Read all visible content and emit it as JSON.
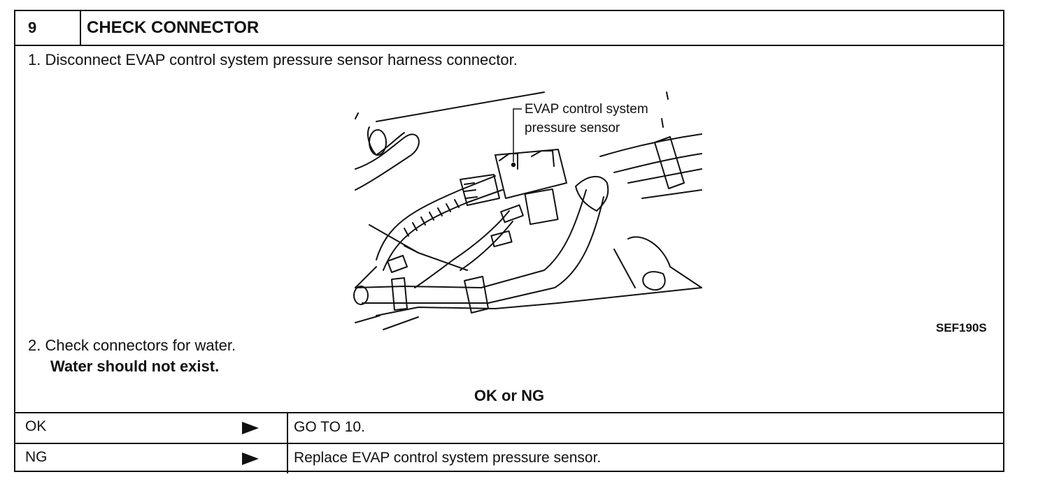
{
  "header": {
    "step_number": "9",
    "title": "CHECK CONNECTOR"
  },
  "steps": {
    "step1": "1.  Disconnect EVAP control system pressure sensor harness connector.",
    "step2": "2.  Check connectors for water.",
    "step2_note": "Water should not exist."
  },
  "figure": {
    "callout_line1": "EVAP control system",
    "callout_line2": "pressure sensor",
    "figure_id": "SEF190S"
  },
  "result": {
    "heading": "OK or NG",
    "rows": [
      {
        "key": "OK",
        "action": "GO TO 10."
      },
      {
        "key": "NG",
        "action": "Replace EVAP control system pressure sensor."
      }
    ]
  }
}
